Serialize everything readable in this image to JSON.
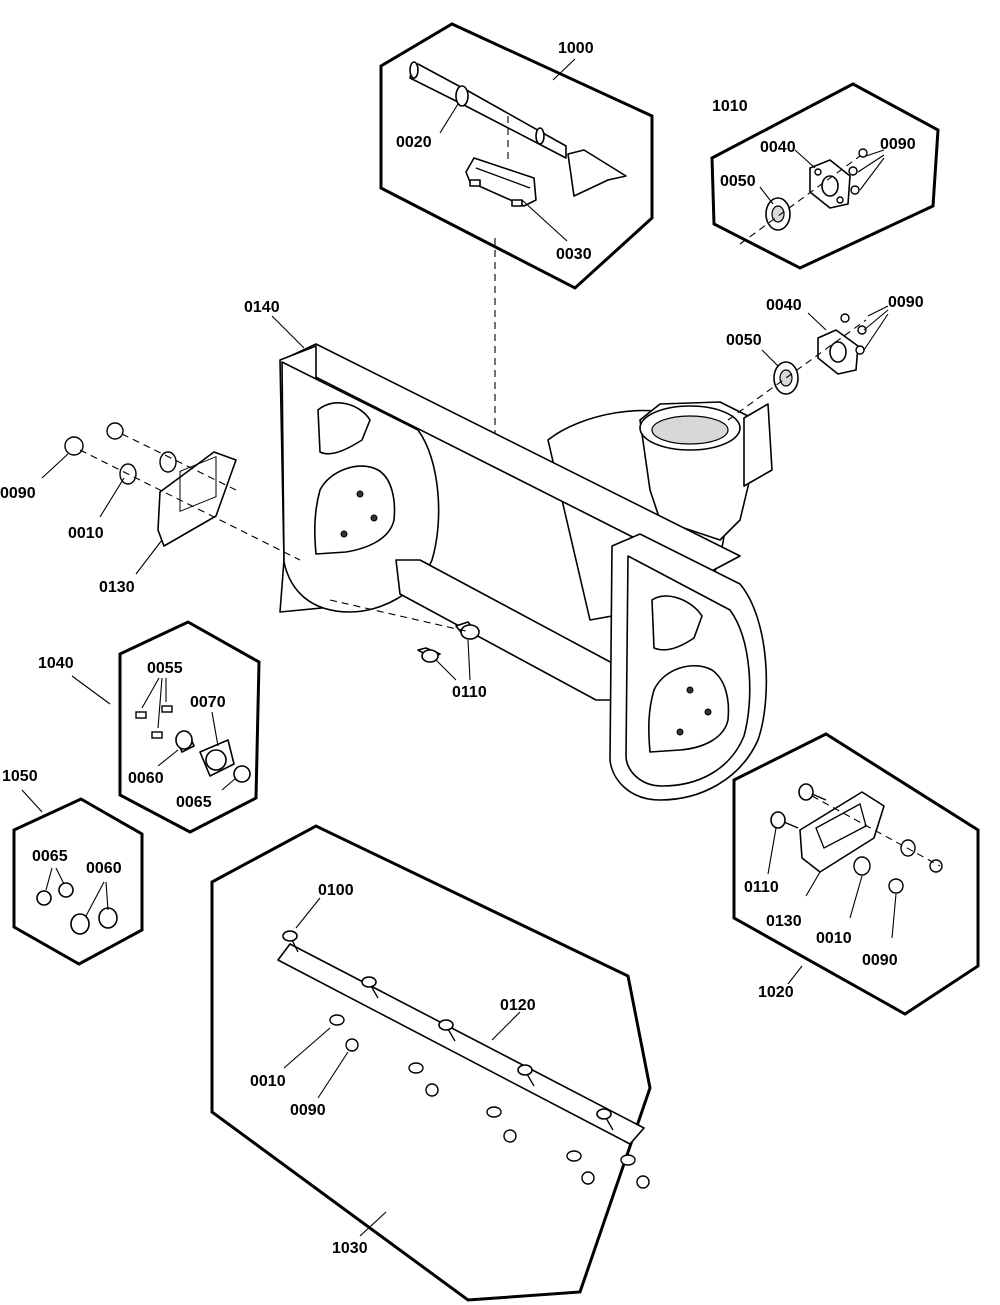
{
  "labels": {
    "a1000": "1000",
    "a0020": "0020",
    "a0030": "0030",
    "b1010": "1010",
    "b0040": "0040",
    "b0090": "0090",
    "b0050": "0050",
    "c0140": "0140",
    "c0040": "0040",
    "c0090": "0090",
    "c0050": "0050",
    "d0090": "0090",
    "d0010": "0010",
    "d0130": "0130",
    "d0110": "0110",
    "e1040": "1040",
    "e0055": "0055",
    "e0070": "0070",
    "e0060": "0060",
    "e0065": "0065",
    "f1050": "1050",
    "f0065": "0065",
    "f0060": "0060",
    "g1030": "1030",
    "g0100": "0100",
    "g0120": "0120",
    "g0010": "0010",
    "g0090": "0090",
    "h1020": "1020",
    "h0110": "0110",
    "h0130": "0130",
    "h0010": "0010",
    "h0090": "0090"
  }
}
